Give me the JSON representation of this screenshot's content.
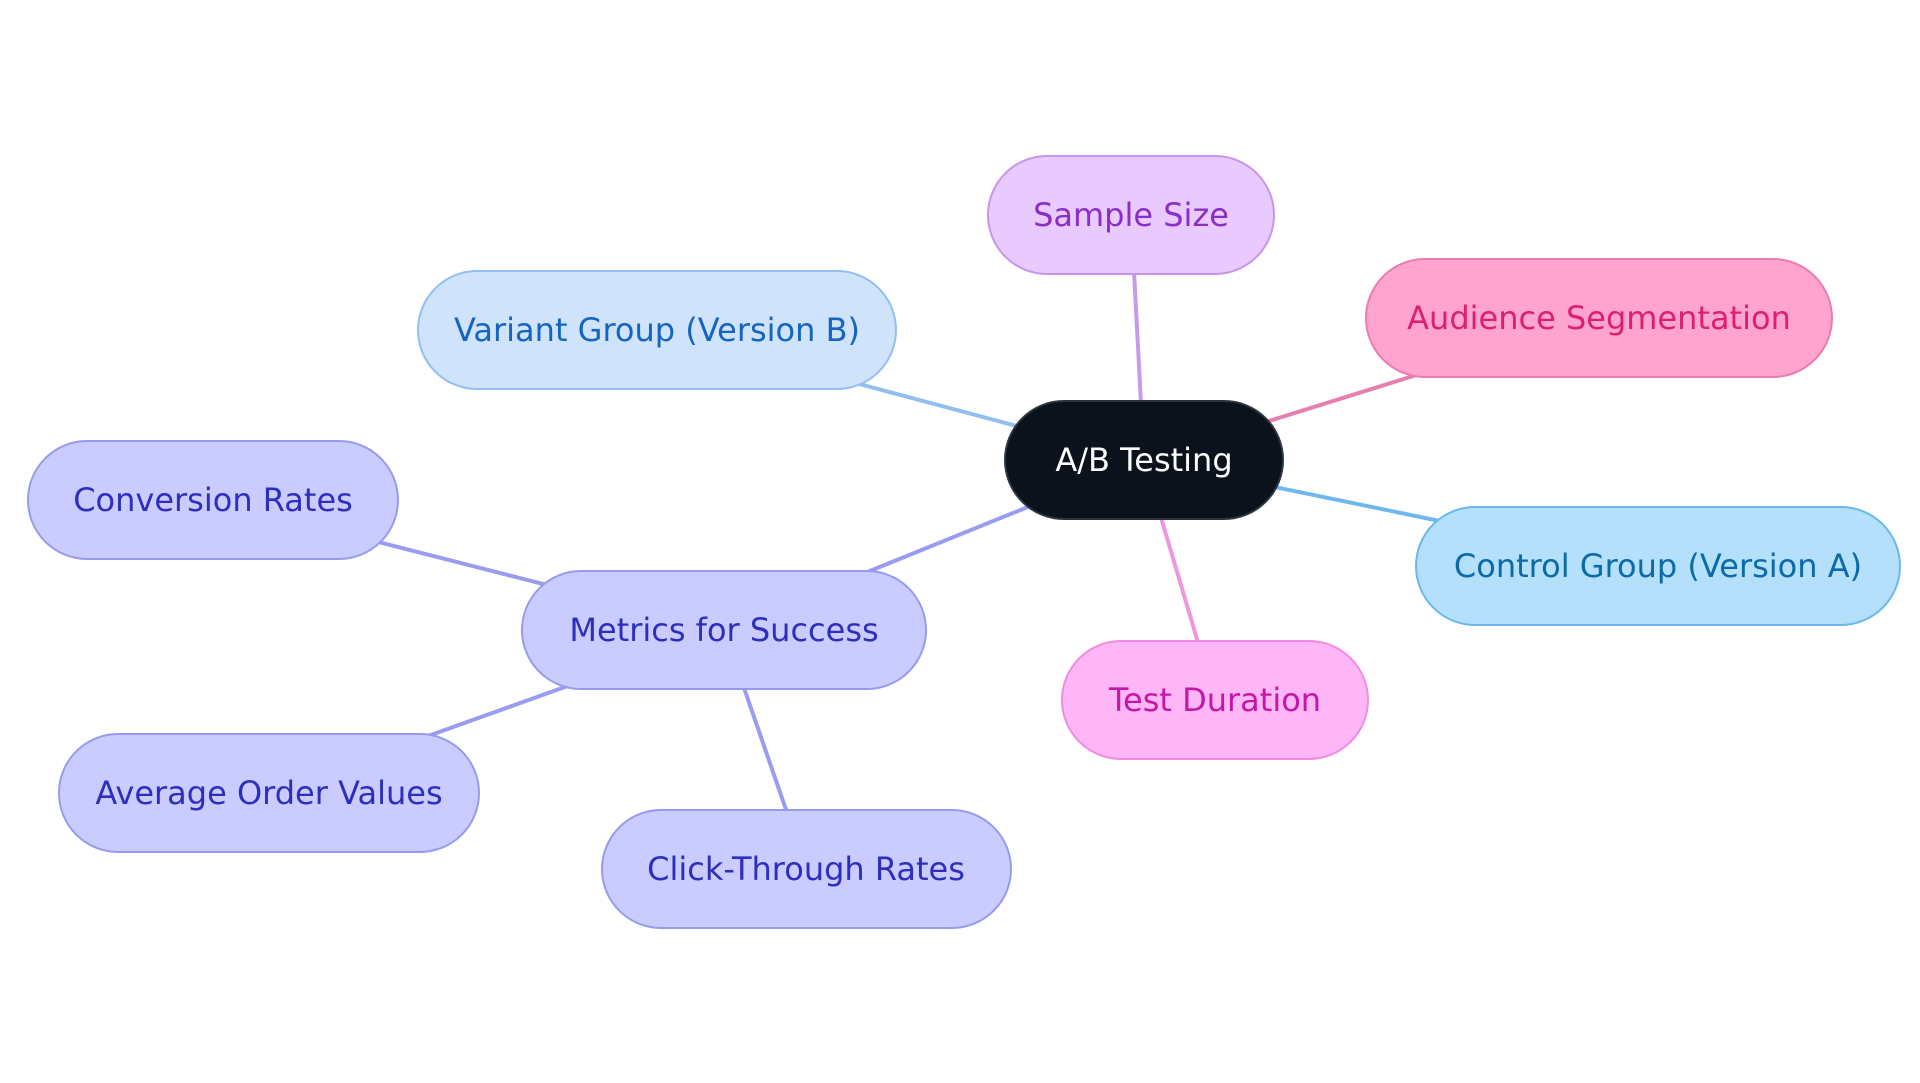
{
  "diagram": {
    "central": {
      "label": "A/B Testing",
      "fill": "#0b121b",
      "stroke": "#2b3440",
      "text_color": "#ffffff"
    },
    "nodes": {
      "sample_size": {
        "label": "Sample Size",
        "fill": "#e8caff",
        "stroke": "#c895ec",
        "text_color": "#8a2dc9",
        "edge_color": "#c79be8"
      },
      "variant_group": {
        "label": "Variant Group (Version B)",
        "fill": "#cfe3fb",
        "stroke": "#93bff0",
        "text_color": "#1565c0",
        "edge_color": "#93bff0"
      },
      "audience_segmentation": {
        "label": "Audience Segmentation",
        "fill": "#ffa3cf",
        "stroke": "#ea7cb2",
        "text_color": "#dc1f71",
        "edge_color": "#e57faf"
      },
      "control_group": {
        "label": "Control Group (Version A)",
        "fill": "#b5e0fb",
        "stroke": "#6ab8ea",
        "text_color": "#0b6aa8",
        "edge_color": "#6fb8ec"
      },
      "test_duration": {
        "label": "Test Duration",
        "fill": "#ffb6f6",
        "stroke": "#f18be0",
        "text_color": "#c217a7",
        "edge_color": "#ee97df"
      },
      "metrics_for_success": {
        "label": "Metrics for Success",
        "fill": "#cacbff",
        "stroke": "#979bee",
        "text_color": "#2c2fbe",
        "edge_color": "#9a9def"
      },
      "conversion_rates": {
        "label": "Conversion Rates",
        "fill": "#cacbff",
        "stroke": "#979bee",
        "text_color": "#2c2fbe",
        "edge_color": "#9a9def"
      },
      "average_order_values": {
        "label": "Average Order Values",
        "fill": "#cacbff",
        "stroke": "#979bee",
        "text_color": "#2c2fbe",
        "edge_color": "#9a9def"
      },
      "click_through_rates": {
        "label": "Click-Through Rates",
        "fill": "#cacbff",
        "stroke": "#979bee",
        "text_color": "#2c2fbe",
        "edge_color": "#9a9def"
      }
    },
    "edges": [
      {
        "from": "central",
        "to": "sample_size"
      },
      {
        "from": "central",
        "to": "variant_group"
      },
      {
        "from": "central",
        "to": "audience_segmentation"
      },
      {
        "from": "central",
        "to": "control_group"
      },
      {
        "from": "central",
        "to": "test_duration"
      },
      {
        "from": "central",
        "to": "metrics_for_success"
      },
      {
        "from": "metrics_for_success",
        "to": "conversion_rates"
      },
      {
        "from": "metrics_for_success",
        "to": "average_order_values"
      },
      {
        "from": "metrics_for_success",
        "to": "click_through_rates"
      }
    ]
  }
}
